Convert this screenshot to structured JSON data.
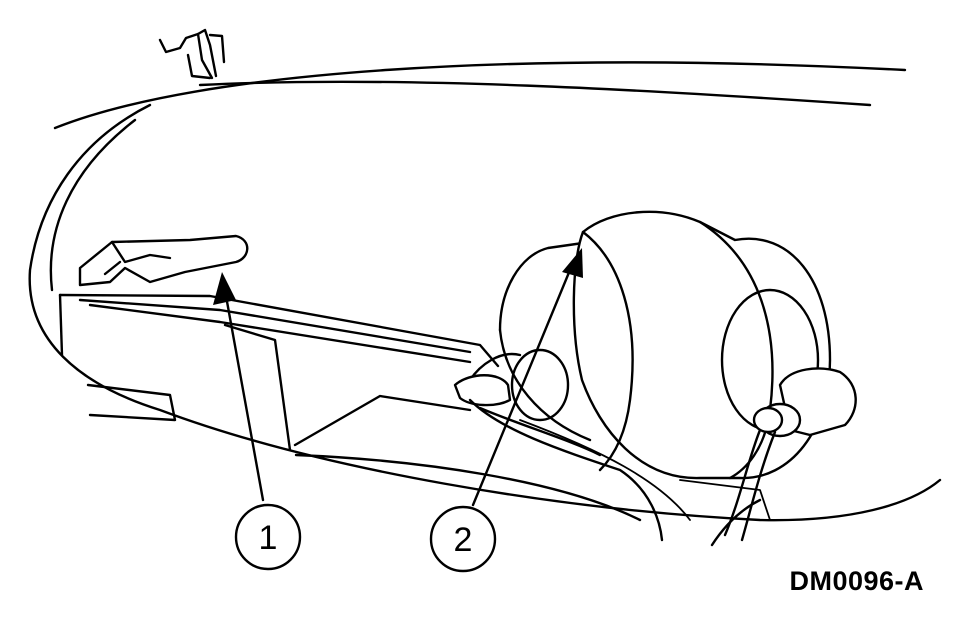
{
  "callouts": [
    {
      "label": "1"
    },
    {
      "label": "2"
    }
  ],
  "figure_id": "DM0096-A"
}
